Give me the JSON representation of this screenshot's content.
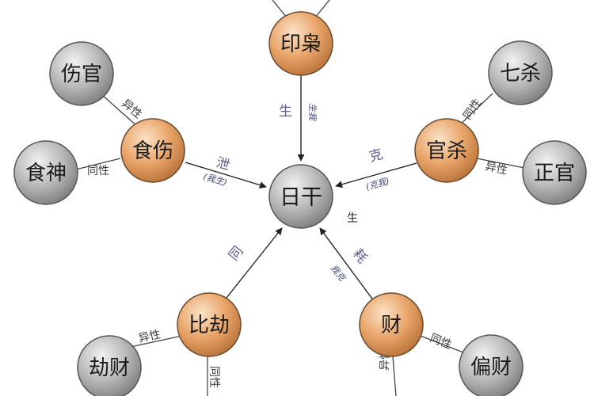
{
  "diagram": {
    "center": {
      "label": "日干"
    },
    "nodes": {
      "yinxiao": {
        "label": "印枭"
      },
      "shishang": {
        "label": "食伤"
      },
      "guansha": {
        "label": "官杀"
      },
      "bijie": {
        "label": "比劫"
      },
      "cai": {
        "label": "财"
      },
      "shangguan": {
        "label": "伤官"
      },
      "shishen": {
        "label": "食神"
      },
      "qisha": {
        "label": "七杀"
      },
      "zhengguan": {
        "label": "正官"
      },
      "jiecai": {
        "label": "劫财"
      },
      "piancai": {
        "label": "偏财"
      }
    },
    "links": {
      "shangguan_label": "异性",
      "shishen_label": "同性",
      "qisha_label": "同性",
      "zhengguan_label": "异性",
      "jiecai_label": "异性",
      "bijie_bottom_label": "同性",
      "piancai_label": "同性",
      "cai_bottom_label": "异性"
    },
    "edges": {
      "yinxiao_main": "生",
      "yinxiao_sub": "生我",
      "shishang_main": "泄",
      "shishang_sub": "(我生)",
      "guansha_main": "克",
      "guansha_sub": "(克我)",
      "bijie_main": "同",
      "cai_main": "耗",
      "cai_sub": "我克"
    },
    "free_text": {
      "sheng": "生"
    }
  }
}
